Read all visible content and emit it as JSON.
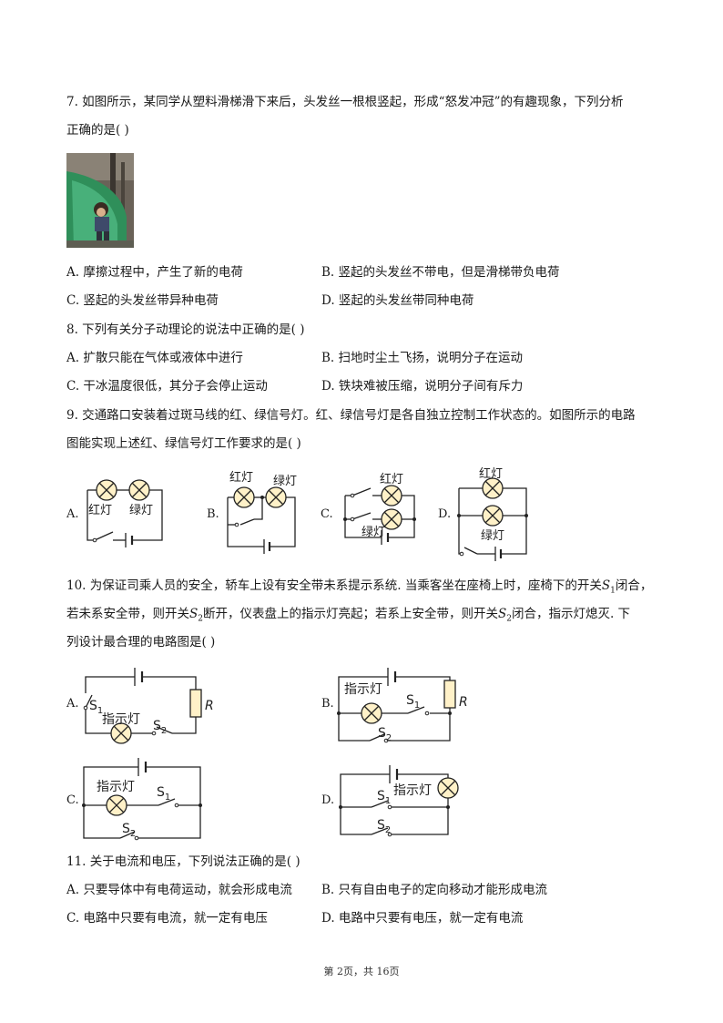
{
  "q7": {
    "line1": "7. 如图所示，某同学从塑料滑梯滑下来后，头发丝一根根竖起，形成“怒发冲冠”的有趣现象，下列分析",
    "line2": "正确的是(    )",
    "options": {
      "A": "A. 摩擦过程中，产生了新的电荷",
      "B": "B. 竖起的头发丝不带电，但是滑梯带负电荷",
      "C": "C. 竖起的头发丝带异种电荷",
      "D": "D. 竖起的头发丝带同种电荷"
    }
  },
  "q8": {
    "line1": "8. 下列有关分子动理论的说法中正确的是(    )",
    "options": {
      "A": "A. 扩散只能在气体或液体中进行",
      "B": "B. 扫地时尘土飞扬，说明分子在运动",
      "C": "C. 干冰温度很低，其分子会停止运动",
      "D": "D. 铁块难被压缩，说明分子间有斥力"
    }
  },
  "q9": {
    "line1": "9. 交通路口安装着过斑马线的红、绿信号灯。红、绿信号灯是各自独立控制工作状态的。如图所示的电路",
    "line2": "图能实现上述红、绿信号灯工作要求的是(    )",
    "labels": {
      "A": "A.",
      "B": "B.",
      "C": "C.",
      "D": "D."
    },
    "red": "红灯",
    "green": "绿灯"
  },
  "q10": {
    "line1_a": "10. 为保证司乘人员的安全，轿车上设有安全带未系提示系统. 当乘客坐在座椅上时，座椅下的开关",
    "line1_s": "S",
    "line1_sub": "1",
    "line1_b": "闭合，",
    "line2_a": "若未系安全带，则开关",
    "line2_s": "S",
    "line2_sub": "2",
    "line2_b": "断开，仪表盘上的指示灯亮起；若系上安全带，则开关",
    "line2_s2": "S",
    "line2_sub2": "2",
    "line2_c": "闭合，指示灯熄灭. 下",
    "line3": "列设计最合理的电路图是(    )",
    "labels": {
      "A": "A.",
      "B": "B.",
      "C": "C.",
      "D": "D."
    },
    "indicator": "指示灯",
    "s1": "S",
    "s1_sub": "1",
    "s2": "S",
    "s2_sub": "2",
    "r": "R"
  },
  "q11": {
    "line1": "11. 关于电流和电压，下列说法正确的是(    )",
    "options": {
      "A": "A. 只要导体中有电荷运动，就会形成电流",
      "B": "B. 只有自由电子的定向移动才能形成电流",
      "C": "C. 电路中只要有电流，就一定有电压",
      "D": "D. 电路中只要有电压，就一定有电流"
    }
  },
  "footer": "第 2页，共 16页"
}
